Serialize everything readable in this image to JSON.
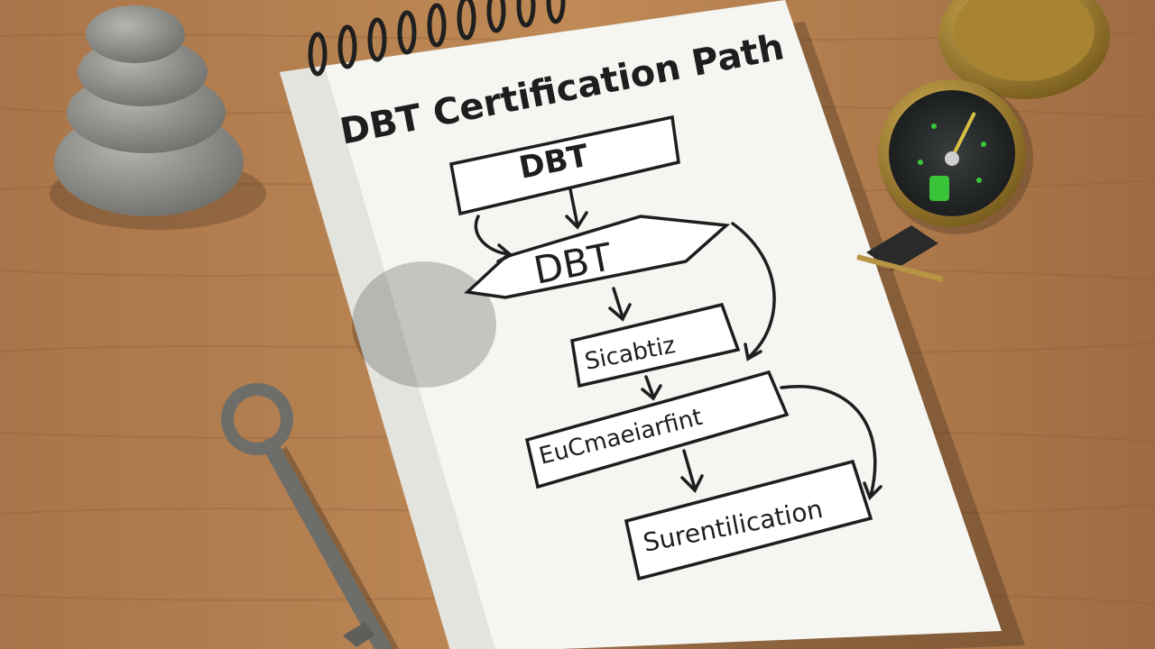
{
  "notebook": {
    "title": "DBT Certification Path",
    "steps": {
      "box_top": "DBT",
      "hexagon": "DBT",
      "box_2": "Sicabtiz",
      "box_3": "EuCmaeiarfint",
      "box_4": "Surentilication"
    }
  },
  "colors": {
    "desk": "#b07c4d",
    "paper": "#f5f5f2",
    "ink": "#1e1e1e",
    "stone": "#8f8f8a",
    "brass": "#9a7a2a",
    "compass_glow": "#3ac43a",
    "key_metal": "#6d6d6a"
  },
  "icons": [
    "stone-stack-icon",
    "compass-icon",
    "key-icon",
    "spiral-binding-icon"
  ]
}
